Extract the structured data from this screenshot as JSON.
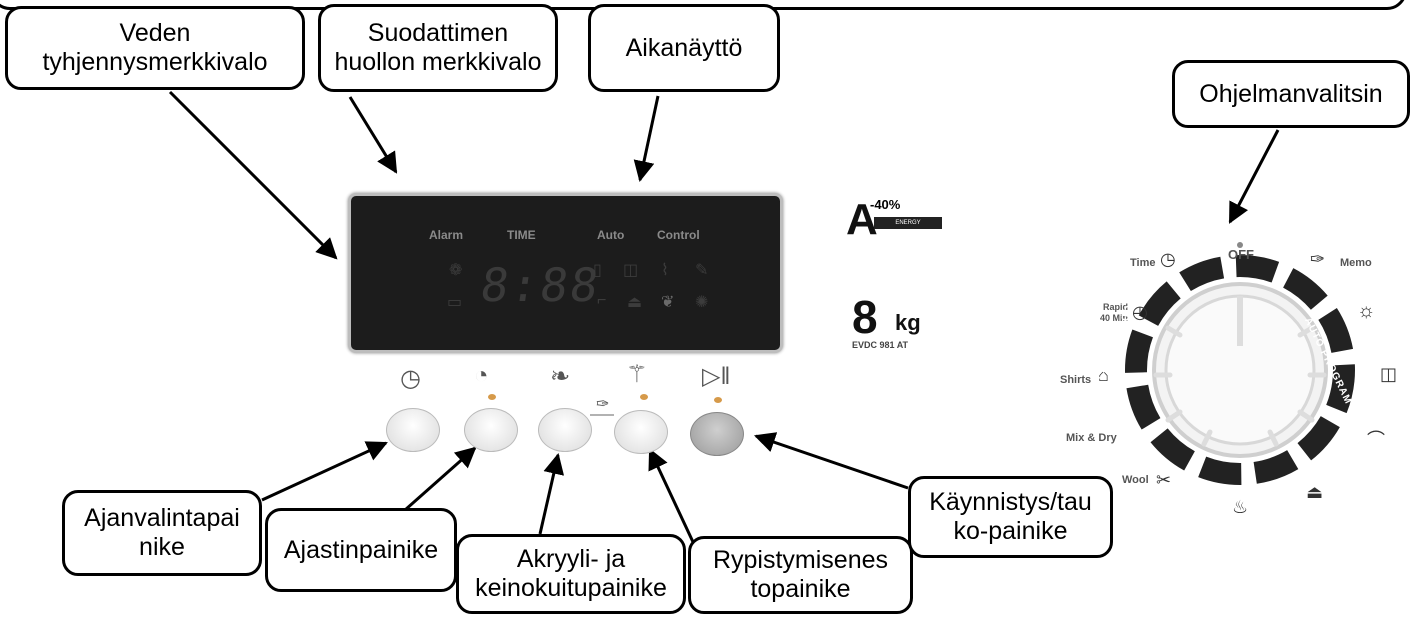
{
  "callouts": {
    "water_drain_light": "Veden\ntyhjennysmerkkivalo",
    "filter_light": "Suodattimen\nhuollon merkkivalo",
    "time_display": "Aikanäyttö",
    "program_selector": "Ohjelmanvalitsin",
    "time_select_button": "Ajanvalintapai\nnike",
    "timer_button": "Ajastinpainike",
    "acrylic_button": "Akryyli- ja\nkeinokuitupainike",
    "anticrease_button": "Rypistymisenes\ntopainike",
    "start_pause_button": "Käynnistys/tau\nko-painike"
  },
  "display": {
    "labels": {
      "alarm": "Alarm",
      "time": "TIME",
      "auto": "Auto",
      "control": "Control"
    },
    "digits": "8:88"
  },
  "panel_icons": [
    "clock-icon",
    "timer-icon",
    "feather-icon",
    "anticrease-icon",
    "play-pause-icon",
    "pin-icon"
  ],
  "badges": {
    "energy_letter": "A",
    "energy_pct": "-40%",
    "energy_word": "ENERGY",
    "capacity_number": "8",
    "capacity_unit": "kg",
    "model": "EVDC 981 AT"
  },
  "dial": {
    "off": "OFF",
    "time": "Time",
    "memo": "Memo",
    "rapid": "Rapid\n40 Min",
    "shirts": "Shirts",
    "mix_dry": "Mix & Dry",
    "wool": "Wool",
    "special_program": "SPECIAL PROGRAM",
    "auto_program": "AUTO PROGRAM"
  },
  "colors": {
    "led": "#d69a4a",
    "display_bg": "#1c1c1c",
    "dial_ring": "#222222"
  }
}
